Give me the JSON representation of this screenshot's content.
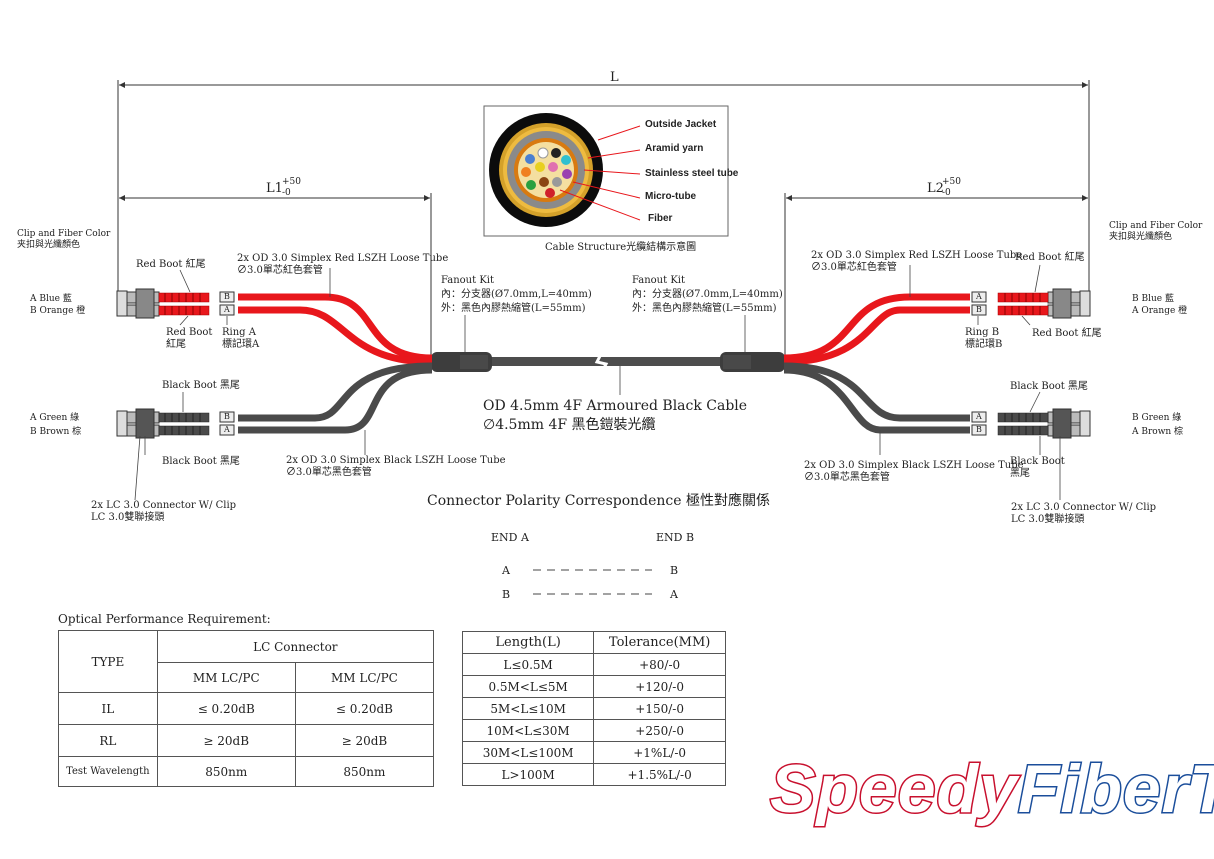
{
  "dimensions": {
    "overall": "L",
    "left": "L1",
    "right": "L2",
    "tolerance_plus": "+50",
    "tolerance_minus": "-0"
  },
  "cable_structure": {
    "caption": "Cable Structure光纜結構示意圖",
    "labels": {
      "outside_jacket": "Outside Jacket",
      "aramid_yarn": "Aramid yarn",
      "stainless_tube": "Stainless steel tube",
      "micro_tube": "Micro-tube",
      "fiber": "Fiber"
    },
    "fiber_colors": [
      "#4a7fd0",
      "#f08020",
      "#2aa040",
      "#8b4513",
      "#9a9a9a",
      "#ffffff",
      "#d0202a",
      "#222222",
      "#e8d020",
      "#9a40b0",
      "#e070b0",
      "#30c0d0"
    ]
  },
  "colors": {
    "red_tube": "#e8171c",
    "black_tube": "#4a4a4a",
    "main_cable": "#4d4d4d"
  },
  "left_side": {
    "clip_color_en": "Clip and Fiber Color",
    "clip_color_zh": "夹扣與光纖顏色",
    "fiber_a_top": "A  Blue 藍",
    "fiber_b_top": "B  Orange 橙",
    "fiber_a_bottom": "A  Green 綠",
    "fiber_b_bottom": "B  Brown 棕",
    "red_boot_top": "Red Boot 紅尾",
    "red_boot_bottom_1": "Red Boot",
    "red_boot_bottom_2": "紅尾",
    "ring_1": "Ring A",
    "ring_2": "標記環A",
    "red_tube_1": "2x OD 3.0 Simplex Red LSZH Loose Tube",
    "red_tube_2": "∅3.0單芯紅色套管",
    "black_boot_top": "Black Boot 黑尾",
    "black_boot_bottom": "Black Boot 黑尾",
    "black_tube_1": "2x OD 3.0 Simplex Black LSZH Loose Tube",
    "black_tube_2": "∅3.0單芯黑色套管",
    "connector_1": "2x LC 3.0 Connector W/ Clip",
    "connector_2": "LC 3.0雙聯接頭",
    "ring_tag_b": "B",
    "ring_tag_a": "A"
  },
  "right_side": {
    "clip_color_en": "Clip and Fiber Color",
    "clip_color_zh": "夹扣與光纖顏色",
    "fiber_b_top": "B  Blue 藍",
    "fiber_a_top": "A  Orange 橙",
    "fiber_b_bottom": "B  Green 綠",
    "fiber_a_bottom": "A  Brown 棕",
    "red_boot_top": "Red Boot 紅尾",
    "red_boot_bottom": "Red Boot 紅尾",
    "ring_1": "Ring B",
    "ring_2": "標記環B",
    "red_tube_1": "2x OD 3.0 Simplex Red LSZH Loose Tube",
    "red_tube_2": "∅3.0單芯紅色套管",
    "black_boot_top": "Black Boot 黑尾",
    "black_boot_bottom_1": "Black Boot",
    "black_boot_bottom_2": "黑尾",
    "black_tube_1": "2x OD 3.0 Simplex Black LSZH Loose Tube",
    "black_tube_2": "∅3.0單芯黑色套管",
    "connector_1": "2x LC 3.0 Connector W/ Clip",
    "connector_2": "LC 3.0雙聯接頭",
    "ring_tag_a": "A",
    "ring_tag_b": "B"
  },
  "fanout": {
    "left_1": "Fanout Kit",
    "left_2": "內：分支器(Ø7.0mm,L=40mm)",
    "left_3": "外：黑色內膠熱縮管(L=55mm)",
    "right_1": "Fanout Kit",
    "right_2": "內：分支器(Ø7.0mm,L=40mm)",
    "right_3": "外：黑色內膠熱縮管(L=55mm)"
  },
  "main_cable": {
    "label_1": "OD 4.5mm 4F Armoured Black Cable",
    "label_2": "∅4.5mm 4F 黑色鎧裝光纜"
  },
  "polarity": {
    "title": "Connector Polarity Correspondence 極性對應關係",
    "end_a": "END A",
    "end_b": "END B",
    "rows": [
      {
        "left": "A",
        "dash": "- - - - - - - - -",
        "right": "B"
      },
      {
        "left": "B",
        "dash": "- - - - - - - - -",
        "right": "A"
      }
    ]
  },
  "optical": {
    "title": "Optical Performance Requirement:",
    "type_header": "TYPE",
    "group_header": "LC Connector",
    "col1": "MM LC/PC",
    "col2": "MM LC/PC",
    "rows": [
      {
        "label": "IL",
        "v1": "≤  0.20dB",
        "v2": "≤  0.20dB"
      },
      {
        "label": "RL",
        "v1": "≥  20dB",
        "v2": "≥  20dB"
      },
      {
        "label": "Test Wavelength",
        "v1": "850nm",
        "v2": "850nm"
      }
    ]
  },
  "tolerance_table": {
    "header_length": "Length(L)",
    "header_tolerance": "Tolerance(MM)",
    "rows": [
      {
        "length": "L≤0.5M",
        "tol": "+80/-0"
      },
      {
        "length": "0.5M<L≤5M",
        "tol": "+120/-0"
      },
      {
        "length": "5M<L≤10M",
        "tol": "+150/-0"
      },
      {
        "length": "10M<L≤30M",
        "tol": "+250/-0"
      },
      {
        "length": "30M<L≤100M",
        "tol": "+1%L/-0"
      },
      {
        "length": "L>100M",
        "tol": "+1.5%L/-0"
      }
    ]
  },
  "logo": {
    "part1": "Speedy",
    "part2": "FiberTX"
  }
}
